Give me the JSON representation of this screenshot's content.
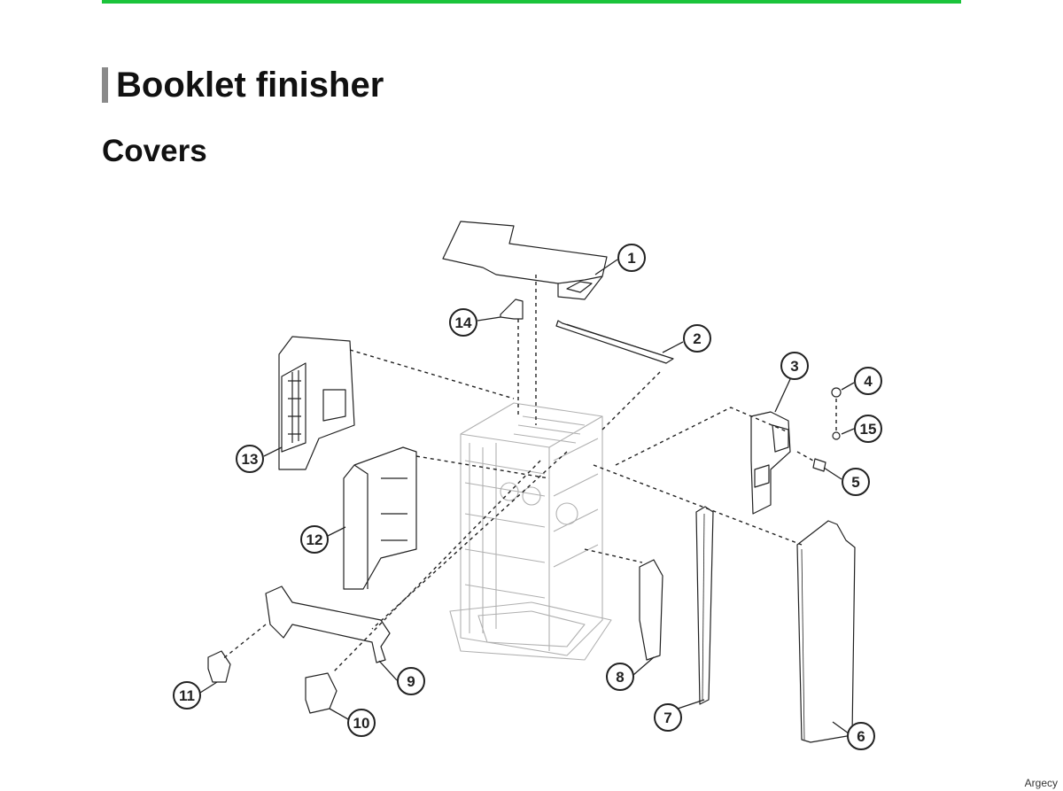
{
  "page": {
    "title": "Booklet finisher",
    "section": "Covers",
    "watermark": "Argecy",
    "accent_color": "#1bc43b"
  },
  "callouts": [
    "1",
    "2",
    "3",
    "4",
    "5",
    "6",
    "7",
    "8",
    "9",
    "10",
    "11",
    "12",
    "13",
    "14",
    "15"
  ]
}
